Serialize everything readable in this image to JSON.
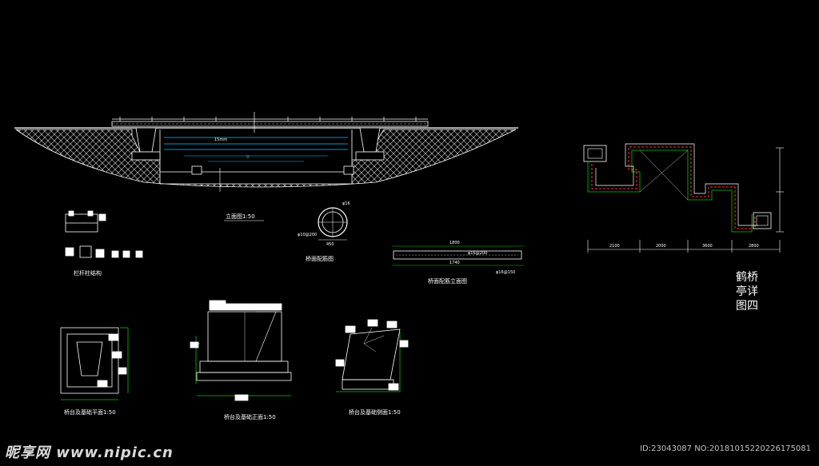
{
  "drawing": {
    "elevation_title": "立面图1:50",
    "railing_title": "栏杆柱结构",
    "pipe_section_title": "桥面配筋图",
    "slab_rebar_title": "桥面配筋立面图",
    "abutment_plan_title": "桥台及基础平面1:50",
    "abutment_front_title": "桥台及基础正面1:50",
    "abutment_side_title": "桥台及基础侧面1:50",
    "detail_title_line1": "鹤桥",
    "detail_title_line2": "亭详",
    "detail_title_line3": "图四"
  },
  "dimensions": {
    "slab_length": "1800",
    "slab_rebar_a": "φ16@200",
    "slab_rebar_b": "1740",
    "slab_rebar_c": "φ16@150",
    "pipe_a": "φ16",
    "pipe_b": "φ10@200",
    "pipe_c": "450",
    "plan_dim_1": "2100",
    "plan_dim_2": "2000",
    "plan_dim_3": "3600",
    "plan_dim_4": "2800"
  },
  "watermark": {
    "site": "昵享网 www.nipic.cn",
    "id_text": "ID:23043087 NO:20181015220226175081"
  },
  "colors": {
    "line": "#ffffff",
    "dim_green": "#00c800",
    "water_cyan": "#00c8ff",
    "accent_red": "#ff3030",
    "background": "#000000"
  }
}
